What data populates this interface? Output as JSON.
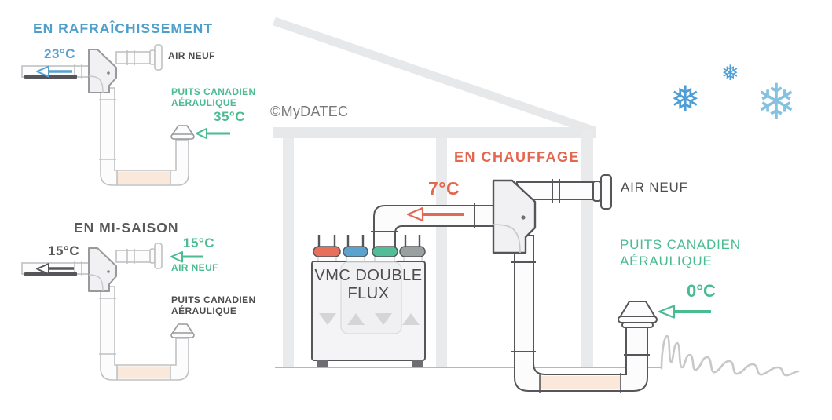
{
  "copyright": "©MyDATEC",
  "cooling": {
    "title": "EN RAFRAÎCHISSEMENT",
    "extract_temp": "23°C",
    "air_neuf_label": "AIR NEUF",
    "well_line1": "PUITS CANADIEN",
    "well_line2": "AÉRAULIQUE",
    "well_temp": "35°C"
  },
  "midseason": {
    "title": "EN MI-SAISON",
    "extract_temp": "15°C",
    "intake_temp": "15°C",
    "air_neuf_label": "AIR NEUF",
    "well_line1": "PUITS CANADIEN",
    "well_line2": "AÉRAULIQUE"
  },
  "heating": {
    "title": "EN CHAUFFAGE",
    "supply_temp": "7°C",
    "air_neuf_label": "AIR NEUF",
    "well_line1": "PUITS CANADIEN",
    "well_line2": "AÉRAULIQUE",
    "well_temp": "0°C"
  },
  "unit": {
    "line1": "VMC DOUBLE",
    "line2": "FLUX"
  },
  "icons": {
    "snowflake_small": "❅",
    "snowflake_medium": "❅",
    "snowflake_large": "❄"
  },
  "colors": {
    "cool_blue": "#4E9FCB",
    "well_green": "#4BBB92",
    "heat_red": "#E5664F",
    "dark_text": "#4D4D4F",
    "structure_gray": "#E7E8E9",
    "buried_duct_peach": "#FAE8DB",
    "snowflake_dark_blue": "#4D9ED6",
    "snowflake_light_blue": "#85C2E2"
  }
}
